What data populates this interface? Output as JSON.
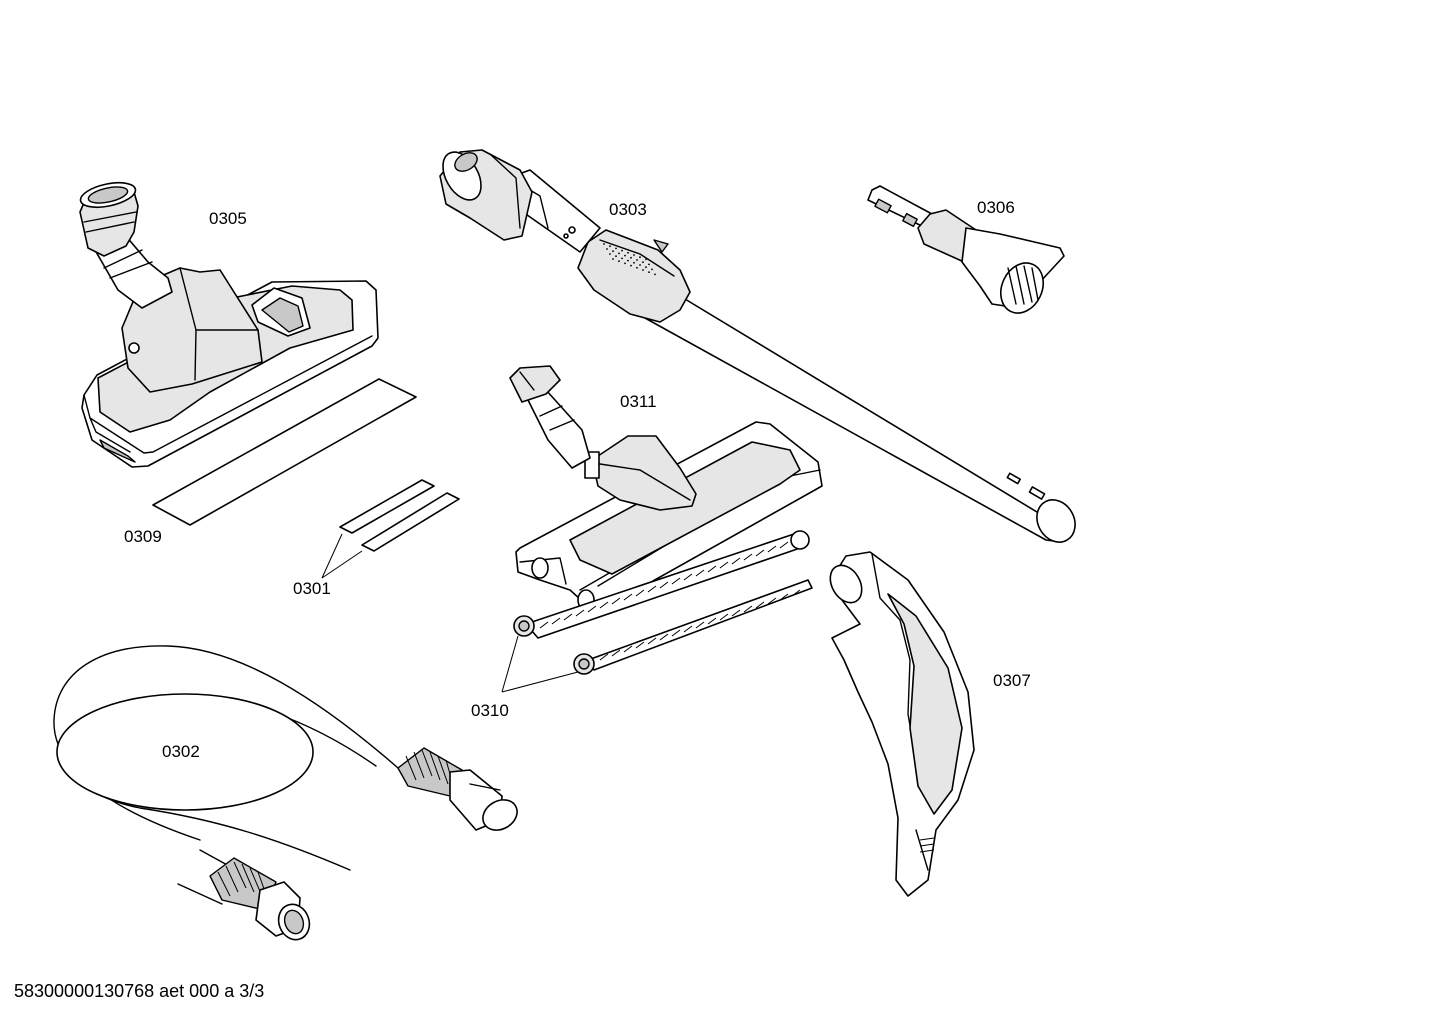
{
  "diagram": {
    "parts": [
      {
        "id": "0305",
        "label": "0305"
      },
      {
        "id": "0303",
        "label": "0303"
      },
      {
        "id": "0306",
        "label": "0306"
      },
      {
        "id": "0311",
        "label": "0311"
      },
      {
        "id": "0309",
        "label": "0309"
      },
      {
        "id": "0301",
        "label": "0301"
      },
      {
        "id": "0302",
        "label": "0302"
      },
      {
        "id": "0310",
        "label": "0310"
      },
      {
        "id": "0307",
        "label": "0307"
      }
    ],
    "footer": "58300000130768 aet 000 a 3/3"
  }
}
